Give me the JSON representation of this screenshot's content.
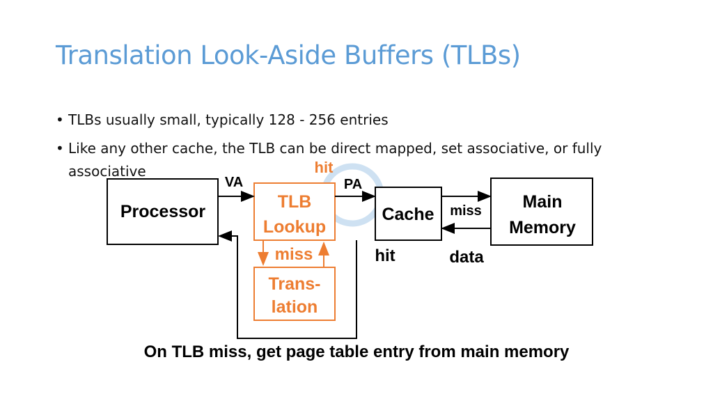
{
  "slide": {
    "title": "Translation Look-Aside Buffers (TLBs)",
    "bullets": [
      "TLBs usually small, typically 128 - 256 entries",
      "Like any other cache, the TLB can be direct mapped, set associative, or fully associative"
    ],
    "caption": "On TLB miss, get page table entry from main memory"
  },
  "diagram": {
    "boxes": {
      "processor": "Processor",
      "tlb_lookup": [
        "TLB",
        "Lookup"
      ],
      "translation": [
        "Trans-",
        "lation"
      ],
      "cache": "Cache",
      "main_memory": [
        "Main",
        "Memory"
      ]
    },
    "labels": {
      "va": "VA",
      "pa": "PA",
      "tlb_hit": "hit",
      "tlb_miss": "miss",
      "cache_hit": "hit",
      "cache_miss": "miss",
      "data": "data"
    }
  },
  "colors": {
    "title": "#5b9bd5",
    "accent": "#ed7d31",
    "highlight_circle": "#bdd7ee",
    "text": "#000000"
  }
}
